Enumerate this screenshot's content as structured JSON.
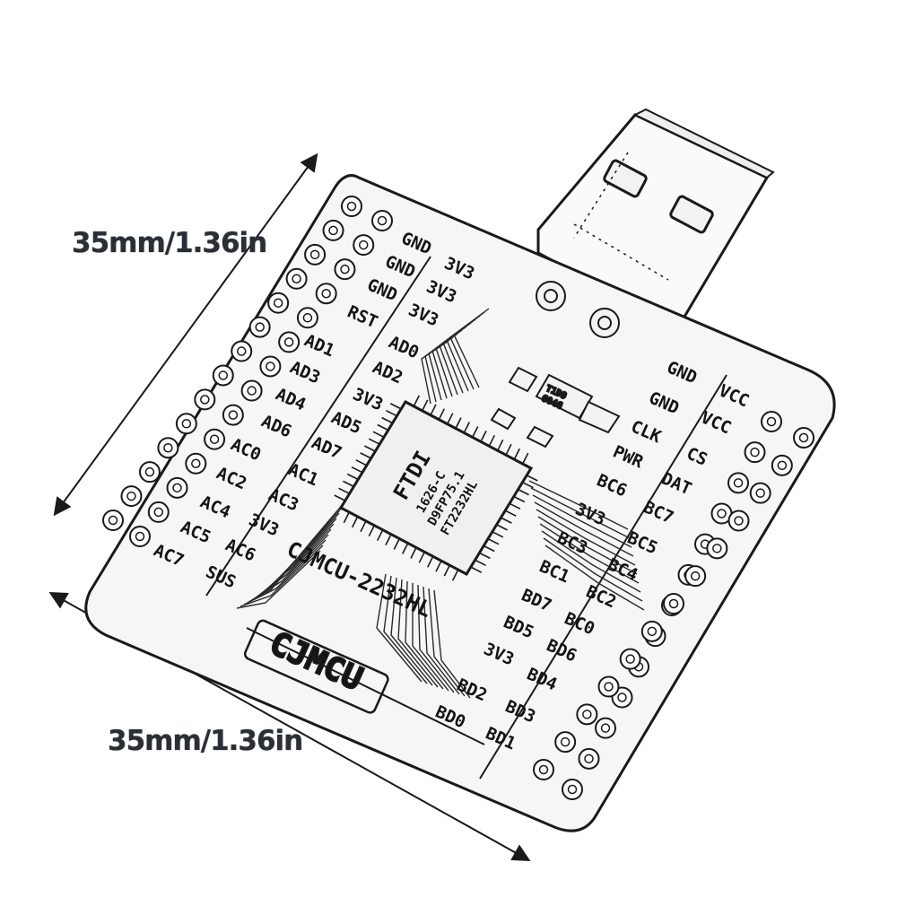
{
  "dimensions": {
    "height_label": "35mm/1.36in",
    "width_label": "35mm/1.36in"
  },
  "board": {
    "name": "CJMCU",
    "model": "CJMCU-2232HL",
    "chip_text": [
      "FTDI",
      "1626-C",
      "D9FP75.1",
      "FT2232HL"
    ],
    "regulator_text": [
      "T1D9",
      "604G"
    ],
    "left_outer_pins": [
      "AD1",
      "AD3",
      "AD4",
      "AD6",
      "AC0",
      "AC2",
      "AC4",
      "AC5",
      "AC7"
    ],
    "left_inner_pins": [
      "GND",
      "GND",
      "GND",
      "RST",
      "AD0",
      "AD2",
      "3V3",
      "AD5",
      "AD7",
      "AC1",
      "AC3",
      "3V3",
      "AC6",
      "SUS"
    ],
    "top_right_pins": [
      "3V3",
      "3V3",
      "3V3"
    ],
    "right_inner_pins": [
      "GND",
      "GND",
      "CLK",
      "PWR",
      "BC6",
      "3V3",
      "BC3",
      "BC1",
      "BD7",
      "BD5",
      "3V3",
      "BD2",
      "BD0"
    ],
    "right_outer_pins": [
      "VCC",
      "VCC",
      "CS",
      "DAT",
      "BC7",
      "BC5",
      "BC4",
      "BC2",
      "BC0",
      "BD6",
      "BD4",
      "BD3",
      "BD1"
    ]
  }
}
